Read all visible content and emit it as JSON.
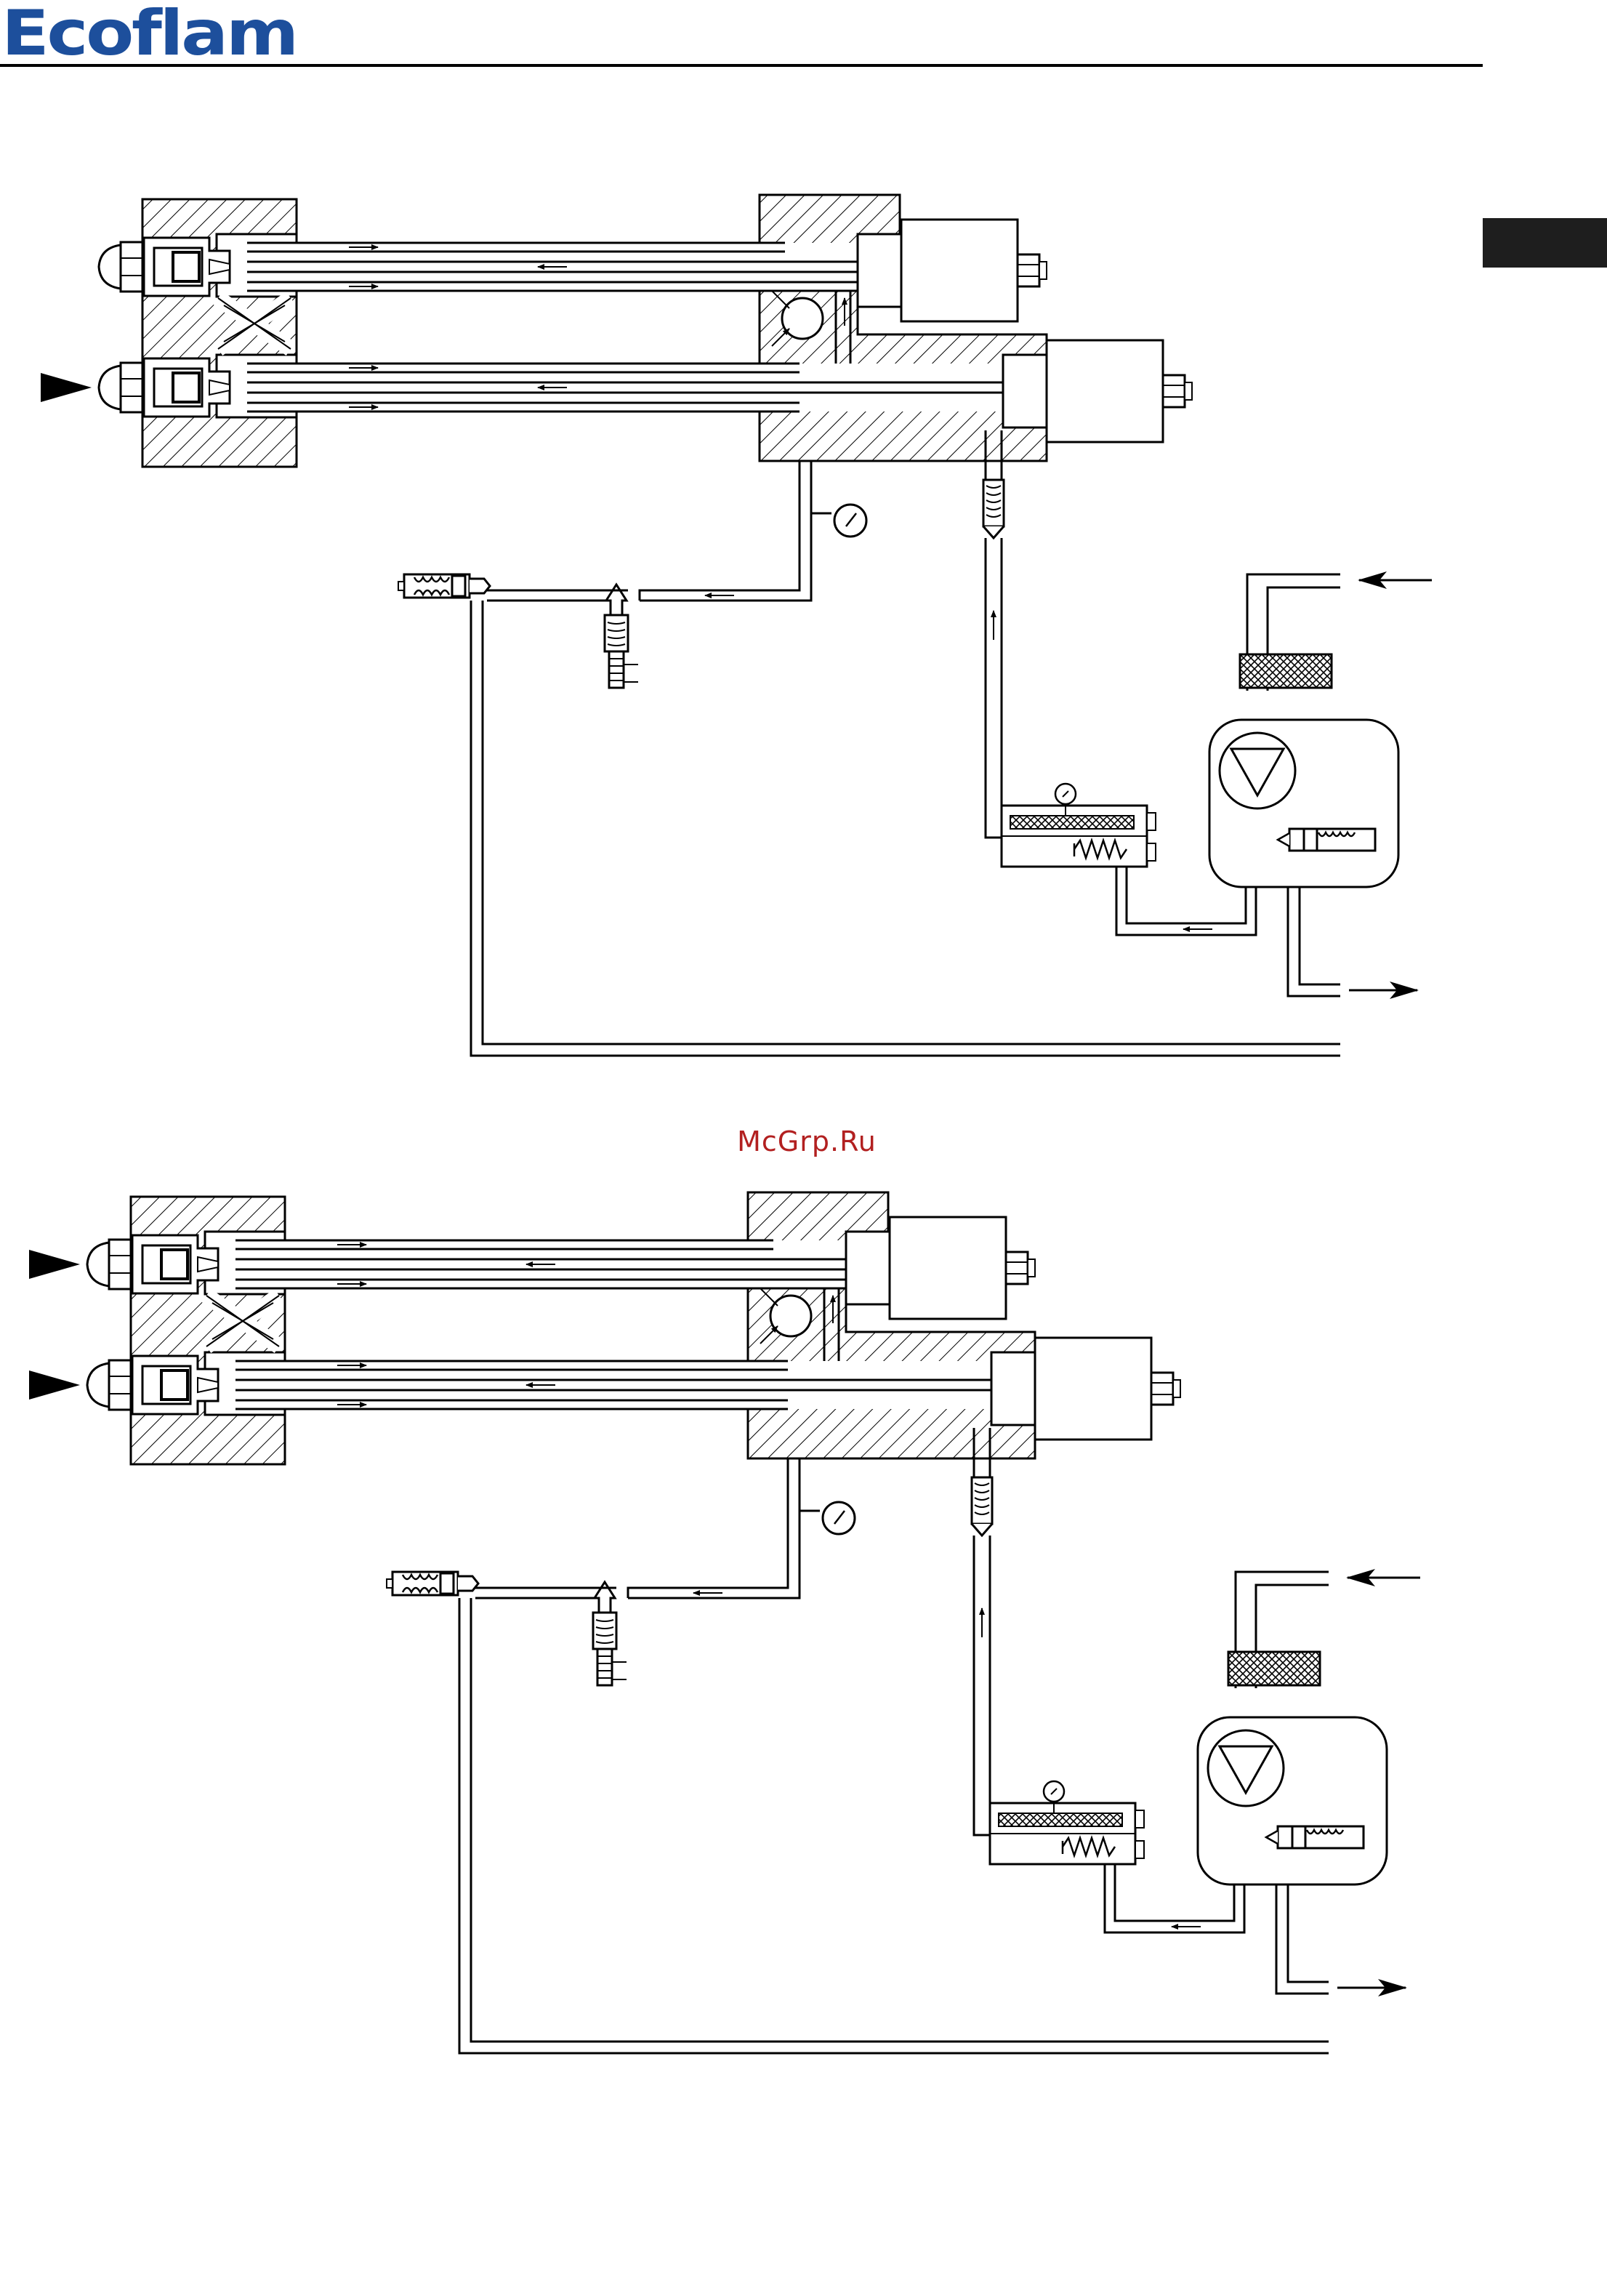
{
  "header": {
    "brand": "Ecoflam"
  },
  "watermark": {
    "text": "McGrp.Ru"
  },
  "colors": {
    "brand": "#1d4f9c",
    "watermark": "#b22020",
    "ink": "#000000",
    "tab": "#1e1e1e"
  },
  "diagrams": [
    {
      "id": "circuit-one-nozzle-firing",
      "nozzles_firing": 1
    },
    {
      "id": "circuit-two-nozzles-firing",
      "nozzles_firing": 2
    }
  ]
}
